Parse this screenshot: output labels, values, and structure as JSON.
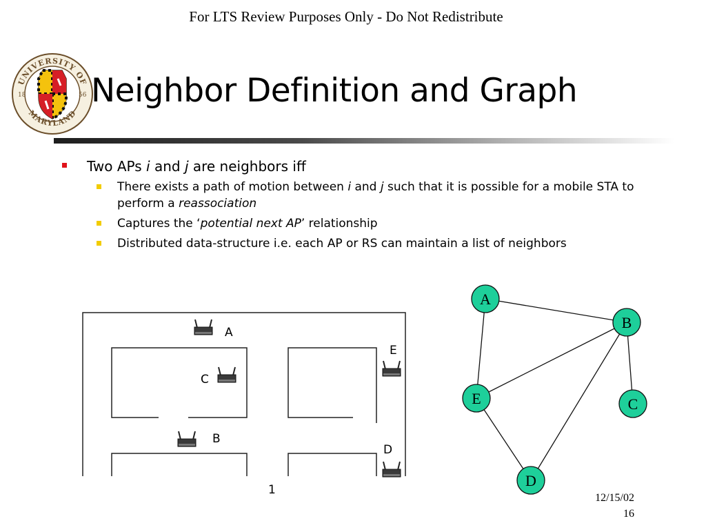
{
  "header_note": "For LTS Review Purposes Only - Do Not Redistribute",
  "logo": {
    "icon": "university-of-maryland-seal-icon",
    "text_top": "UNIVERSITY OF",
    "text_bottom": "MARYLAND",
    "year_left": "18",
    "year_right": "56"
  },
  "title": "Neighbor Definition and Graph",
  "bullets": {
    "main": {
      "p1": "Two APs ",
      "i": "i",
      "p2": " and ",
      "j": "j",
      "p3": " are neighbors iff"
    },
    "sub1": {
      "p1": "There exists a path of motion between ",
      "i": "i",
      "p2": " and ",
      "j": "j",
      "p3": " such that it is possible for a mobile STA to perform a ",
      "em": "reassociation"
    },
    "sub2": {
      "p1": "Captures the ‘",
      "em": "potential next AP",
      "p2": "’ relationship"
    },
    "sub3": {
      "text": "Distributed data-structure i.e. each AP or RS can maintain a list of neighbors"
    }
  },
  "floorplan": {
    "ap_labels": {
      "a": "A",
      "b": "B",
      "c": "C",
      "d": "D",
      "e": "E"
    },
    "caption": "1",
    "icon": "access-point-icon"
  },
  "graph": {
    "nodes": {
      "a": "A",
      "b": "B",
      "c": "C",
      "d": "D",
      "e": "E"
    },
    "node_color": "#1ecf9a",
    "edges": [
      [
        "A",
        "B"
      ],
      [
        "A",
        "E"
      ],
      [
        "B",
        "E"
      ],
      [
        "B",
        "C"
      ],
      [
        "B",
        "D"
      ],
      [
        "E",
        "D"
      ]
    ]
  },
  "footer": {
    "date": "12/15/02",
    "page": "16"
  },
  "colors": {
    "bullet_main": "#e0121a",
    "bullet_sub": "#f2cc00"
  }
}
